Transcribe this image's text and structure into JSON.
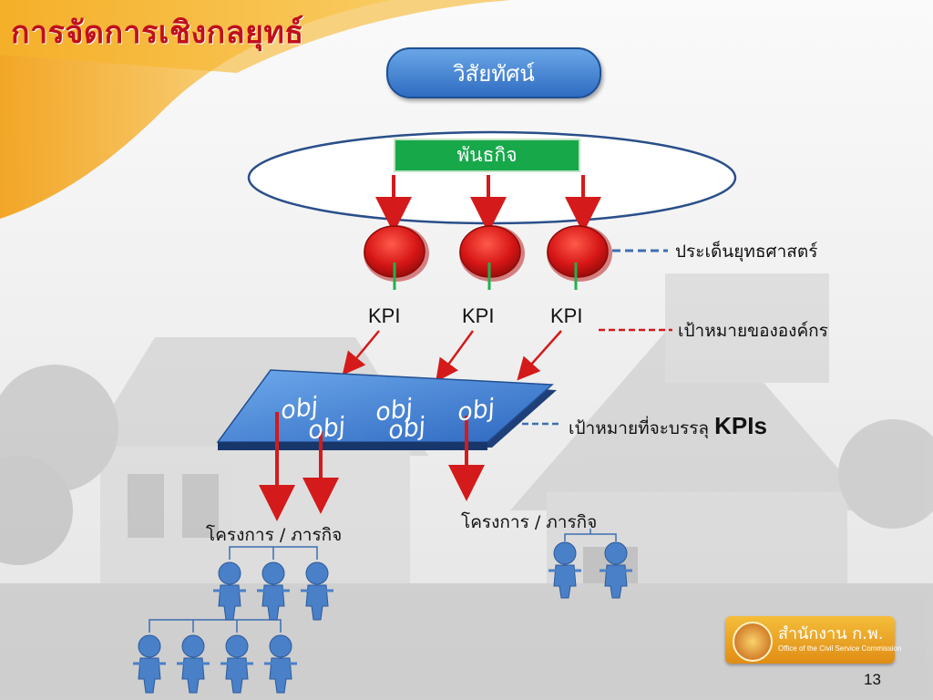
{
  "title": "การจัดการเชิงกลยุทธ์",
  "vision": "วิสัยทัศน์",
  "mission": "พันธกิจ",
  "legend": {
    "strategic_issue": "ประเด็นยุทธศาสตร์",
    "org_goal": "เป้าหมายขององค์กร",
    "kpi_goal_text": "เป้าหมายที่จะบรรลุ",
    "kpi_goal_bold": "KPIs"
  },
  "kpi_labels": [
    "KPI",
    "KPI",
    "KPI"
  ],
  "obj_labels": [
    "obj",
    "obj",
    "obj",
    "obj",
    "obj"
  ],
  "project_left": "โครงการ / ภารกิจ",
  "project_right": "โครงการ / ภารกิจ",
  "logo": {
    "name": "สำนักงาน ก.พ.",
    "subtitle": "Office of the Civil Service Commission"
  },
  "page_number": "13",
  "colors": {
    "title": "#c0101a",
    "arrow": "#d41a1a",
    "node_red": "#d61616",
    "mission_green": "#17a84a",
    "vision_blue": "#3b7fd4",
    "dash_blue": "#3d6fb0",
    "dash_red": "#d41a1a",
    "people": "#4a80c8"
  }
}
